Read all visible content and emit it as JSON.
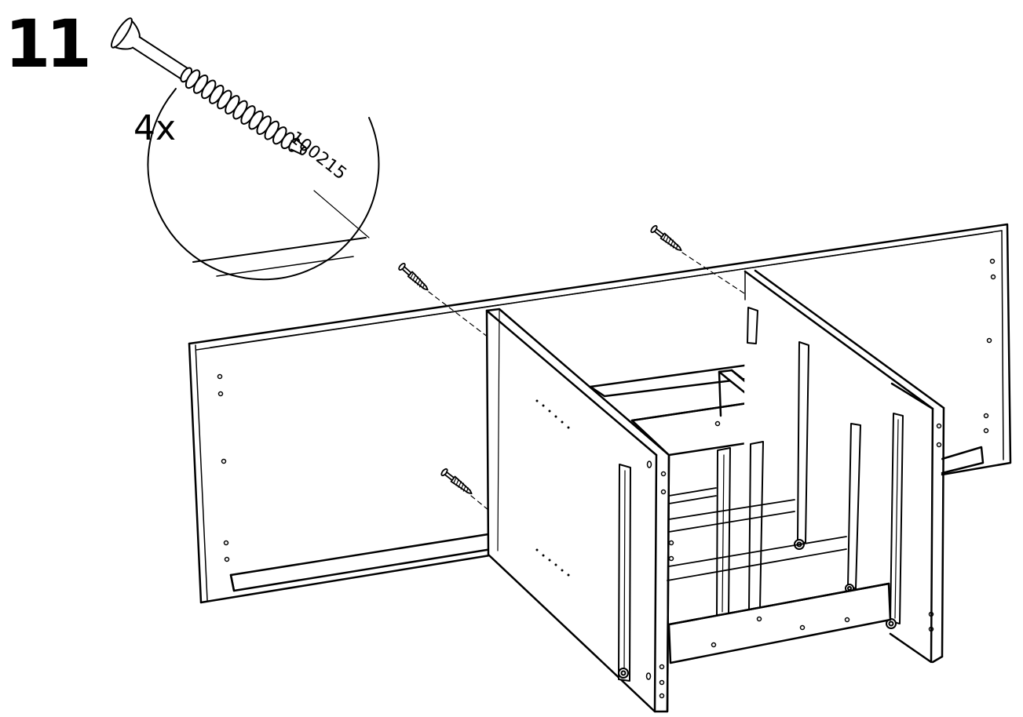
{
  "step": {
    "number": "11"
  },
  "detail": {
    "quantity": "4x",
    "part_number": "100215"
  },
  "icons": {
    "screw": "screw-icon",
    "detail_circle": "magnifier-detail-icon"
  },
  "colors": {
    "line": "#000000",
    "background": "#ffffff"
  }
}
